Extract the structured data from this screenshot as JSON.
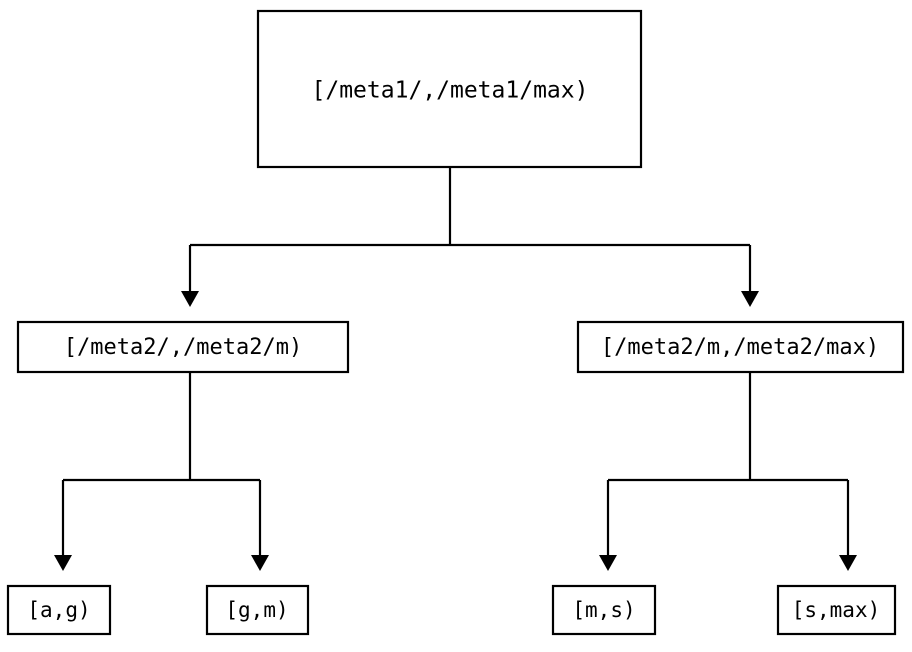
{
  "diagram": {
    "type": "tree",
    "title": "",
    "background_color": "#ffffff",
    "line_color": "#000000",
    "text_color": "#000000",
    "nodes": {
      "root": {
        "label": "[/meta1/,/meta1/max)",
        "level": 0
      },
      "mid_left": {
        "label": "[/meta2/,/meta2/m)",
        "level": 1
      },
      "mid_right": {
        "label": "[/meta2/m,/meta2/max)",
        "level": 1
      },
      "leaf_a_g": {
        "label": "[a,g)",
        "level": 2
      },
      "leaf_g_m": {
        "label": "[g,m)",
        "level": 2
      },
      "leaf_m_s": {
        "label": "[m,s)",
        "level": 2
      },
      "leaf_s_max": {
        "label": "[s,max)",
        "level": 2
      }
    },
    "edges": [
      {
        "from": "root",
        "to": "mid_left",
        "arrow": "triangle-down"
      },
      {
        "from": "root",
        "to": "mid_right",
        "arrow": "triangle-down"
      },
      {
        "from": "mid_left",
        "to": "leaf_a_g",
        "arrow": "triangle-down"
      },
      {
        "from": "mid_left",
        "to": "leaf_g_m",
        "arrow": "triangle-down"
      },
      {
        "from": "mid_right",
        "to": "leaf_m_s",
        "arrow": "triangle-down"
      },
      {
        "from": "mid_right",
        "to": "leaf_s_max",
        "arrow": "triangle-down"
      }
    ]
  }
}
